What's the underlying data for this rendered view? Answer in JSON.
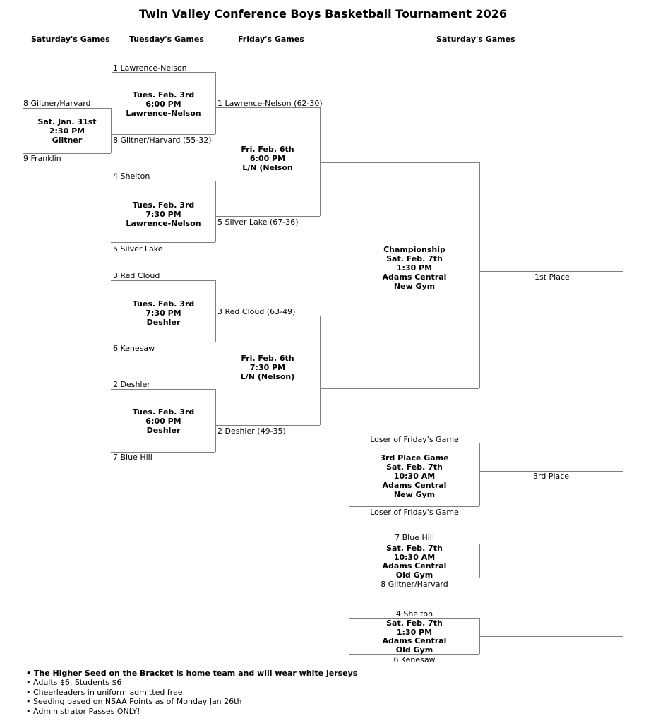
{
  "title": "Twin Valley Conference Boys Basketball Tournament 2026",
  "column_headers": [
    "Saturday's Games",
    "Tuesday's Games",
    "Friday's Games",
    "Saturday's Games"
  ],
  "colors": {
    "line": "#7f7f7f",
    "text": "#000000",
    "background": "#ffffff"
  },
  "games": {
    "playin": {
      "top": "8 Giltner/Harvard",
      "bottom": "9 Franklin",
      "info": [
        "Sat. Jan. 31st",
        "2:30 PM",
        "Giltner"
      ]
    },
    "tue1": {
      "top": "1 Lawrence-Nelson",
      "bottom": "8 Giltner/Harvard (55-32)",
      "info": [
        "Tues. Feb. 3rd",
        "6:00 PM",
        "Lawrence-Nelson"
      ]
    },
    "tue2": {
      "top": "4 Shelton",
      "bottom": "5 Silver Lake",
      "info": [
        "Tues. Feb. 3rd",
        "7:30 PM",
        "Lawrence-Nelson"
      ]
    },
    "tue3": {
      "top": "3 Red Cloud",
      "bottom": "6 Kenesaw",
      "info": [
        "Tues. Feb. 3rd",
        "7:30 PM",
        "Deshler"
      ]
    },
    "tue4": {
      "top": "2 Deshler",
      "bottom": "7 Blue Hill",
      "info": [
        "Tues. Feb. 3rd",
        "6:00 PM",
        "Deshler"
      ]
    },
    "fri1": {
      "top": "1 Lawrence-Nelson (62-30)",
      "bottom": "5 Silver Lake (67-36)",
      "info": [
        "Fri. Feb. 6th",
        "6:00 PM",
        "L/N (Nelson"
      ]
    },
    "fri2": {
      "top": "3 Red Cloud (63-49)",
      "bottom": "2 Deshler (49-35)",
      "info": [
        "Fri. Feb. 6th",
        "7:30 PM",
        "L/N (Nelson)"
      ]
    },
    "championship": {
      "info": [
        "Championship",
        "Sat. Feb. 7th",
        "1:30 PM",
        "Adams Central",
        "New Gym"
      ],
      "result": "1st Place"
    },
    "third_place": {
      "top": "Loser of Friday's Game",
      "bottom": "Loser of Friday's Game",
      "info": [
        "3rd Place Game",
        "Sat. Feb. 7th",
        "10:30 AM",
        "Adams Central",
        "New Gym"
      ],
      "result": "3rd Place"
    },
    "consolation1": {
      "top": "7 Blue Hill",
      "bottom": "8 Giltner/Harvard",
      "info": [
        "Sat. Feb. 7th",
        "10:30 AM",
        "Adams Central",
        "Old Gym"
      ]
    },
    "consolation2": {
      "top": "4 Shelton",
      "bottom": "6 Kenesaw",
      "info": [
        "Sat. Feb. 7th",
        "1:30 PM",
        "Adams Central",
        "Old Gym"
      ]
    }
  },
  "notes": [
    "The Higher Seed on the Bracket is home team and will wear white jerseys",
    "Adults $6, Students $6",
    "Cheerleaders in uniform admitted free",
    "Seeding based on NSAA Points as of Monday Jan 26th",
    "Administrator Passes ONLY!"
  ]
}
